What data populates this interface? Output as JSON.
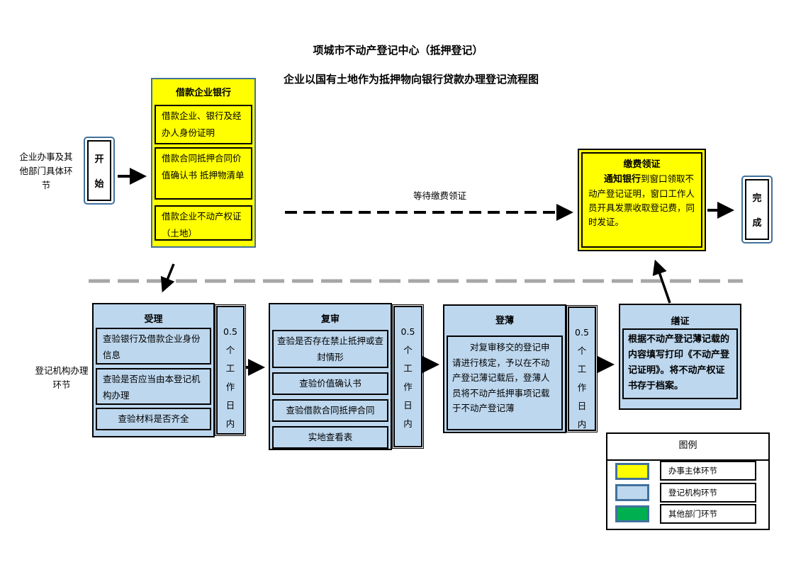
{
  "title": {
    "main": "项城市不动产登记中心（抵押登记）",
    "sub": "企业以国有土地作为抵押物向银行贷款办理登记流程图"
  },
  "lanes": {
    "top": "企业办事及其他部门具体环节",
    "bottom": "登记机构办理环节"
  },
  "start": {
    "chars": [
      "开",
      "始"
    ]
  },
  "finish": {
    "chars": [
      "完",
      "成"
    ]
  },
  "borrower_bank": {
    "title": "借款企业银行",
    "items": [
      "借款企业、银行及经办人身份证明",
      "借款合同抵押合同价值确认书  抵押物清单",
      "借款企业不动产权证（土地）"
    ]
  },
  "wait_label": "等待缴费领证",
  "fee": {
    "title": "缴费领证",
    "bold_lead": "通知银行",
    "text": "到窗口领取不动产登记证明，窗口工作人员开具发票收取登记费，同时发证。"
  },
  "steps": [
    {
      "title": "受理",
      "items": [
        "查验银行及借款企业身份信息",
        "查验是否应当由本登记机构办理",
        "查验材料是否齐全"
      ],
      "duration": [
        "0.5",
        "个",
        "工",
        "作",
        "日",
        "内"
      ]
    },
    {
      "title": "复审",
      "items": [
        "查验是否存在禁止抵押或查封情形",
        "查验价值确认书",
        "查验借款合同抵押合同",
        "实地查看表"
      ],
      "duration": [
        "0.5",
        "个",
        "工",
        "作",
        "日",
        "内"
      ]
    },
    {
      "title": "登薄",
      "items": [
        "　　对复审移交的登记申请进行核定，予以在不动产登记薄记载后，登薄人员将不动产抵押事项记载于不动产登记薄"
      ],
      "duration": [
        "0.5",
        "个",
        "工",
        "作",
        "日",
        "内"
      ]
    },
    {
      "title": "缮证",
      "items": [
        "根据不动产登记薄记载的内容填写打印《不动产登记证明》。将不动产权证书存于档案。"
      ]
    }
  ],
  "legend": {
    "title": "图例",
    "items": [
      {
        "label": "办事主体环节",
        "color": "#ffff00"
      },
      {
        "label": "登记机构环节",
        "color": "#bdd7ee"
      },
      {
        "label": "其他部门环节",
        "color": "#00b050"
      }
    ]
  },
  "colors": {
    "yellow": "#ffff00",
    "blue": "#bdd7ee",
    "green": "#00b050",
    "border_blue": "#41719c",
    "divider_gray": "#a6a6a6"
  }
}
